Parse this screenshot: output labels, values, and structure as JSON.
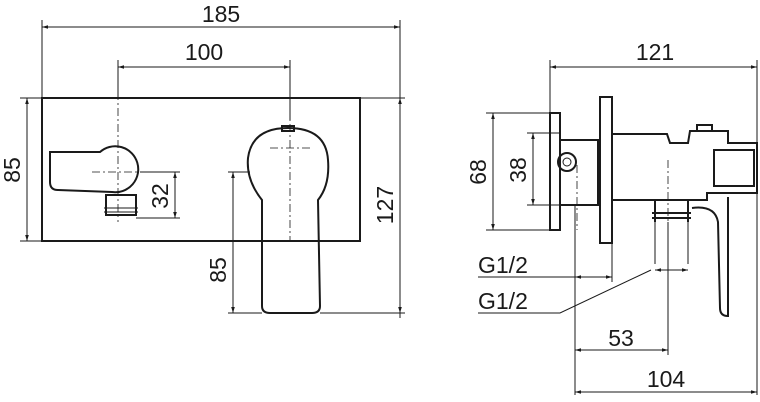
{
  "front_view": {
    "overall_width": "185",
    "handle_spacing": "100",
    "plate_height": "85",
    "outlet_offset": "32",
    "lever_drop": "85",
    "overall_height": "127"
  },
  "side_view": {
    "overall_depth": "121",
    "plate_height": "68",
    "body_height": "38",
    "inlet_thread": "G1/2",
    "outlet_thread": "G1/2",
    "outlet_depth": "53",
    "lever_depth": "104"
  }
}
